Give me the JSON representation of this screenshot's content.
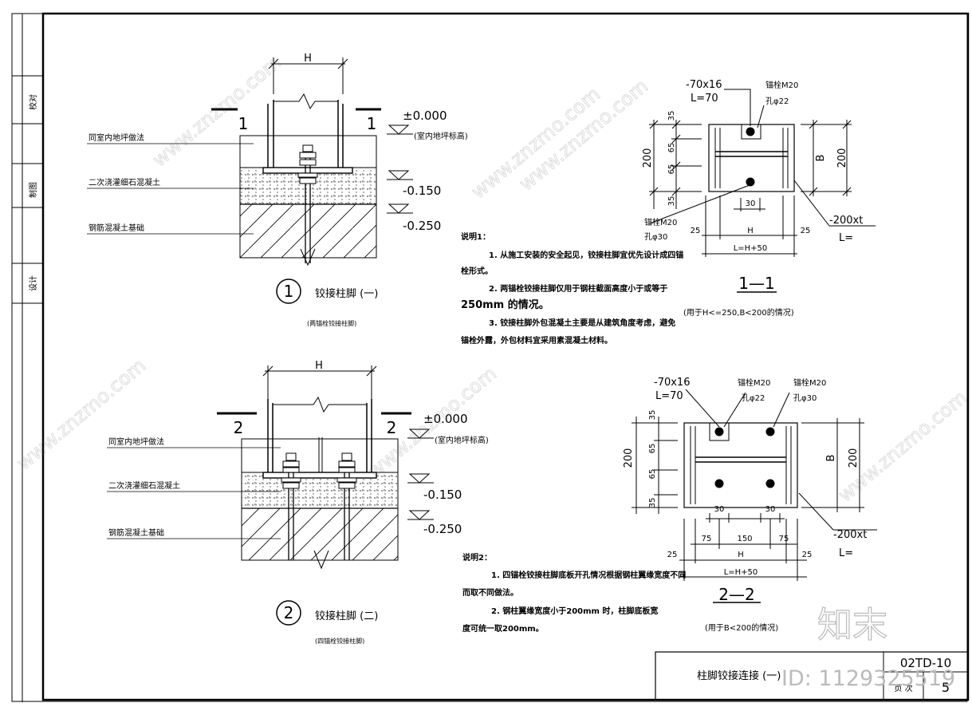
{
  "side_strip": {
    "checked_label": "校对",
    "drawn_label": "制图",
    "design_label": "设计"
  },
  "detail1": {
    "dim_width": "H",
    "section_mark": "1",
    "elevation_top": "±0.000",
    "elevation_top_note": "(室内地坪标高)",
    "elevation_mid": "-0.150",
    "elevation_low": "-0.250",
    "callout_floor": "同室内地坪做法",
    "callout_grout": "二次浇灌细石混凝土",
    "callout_foundation": "钢筋混凝土基础",
    "number": "1",
    "title": "铰接柱脚 (一)",
    "subtitle": "(两锚栓铰接柱脚)"
  },
  "detail2": {
    "dim_width": "H",
    "section_mark": "2",
    "elevation_top": "±0.000",
    "elevation_top_note": "(室内地坪标高)",
    "elevation_mid": "-0.150",
    "elevation_low": "-0.250",
    "callout_floor": "同室内地坪做法",
    "callout_grout": "二次浇灌细石混凝土",
    "callout_foundation": "钢筋混凝土基础",
    "number": "2",
    "title": "铰接柱脚 (二)",
    "subtitle": "(四锚栓铰接柱脚)"
  },
  "section1": {
    "plate_label": "-70x16",
    "plate_length": "L=70",
    "bolt_top": "锚栓M20",
    "hole_top": "孔φ22",
    "bolt_bottom": "锚栓M20",
    "hole_bottom": "孔φ30",
    "base_plate": "-200xt",
    "base_length": "L=",
    "dim_35a": "35",
    "dim_65a": "65",
    "dim_65b": "65",
    "dim_35b": "35",
    "dim_200_left": "200",
    "dim_B": "B",
    "dim_200_right": "200",
    "dim_30": "30",
    "dim_25_left": "25",
    "dim_H": "H",
    "dim_25_right": "25",
    "dim_total": "L=H+50",
    "title": "1—1",
    "subtitle": "(用于H<=250,B<200的情况)"
  },
  "section2": {
    "plate_label": "-70x16",
    "plate_length": "L=70",
    "bolt_top": "锚栓M20",
    "hole_top": "孔φ22",
    "bolt_right": "锚栓M20",
    "hole_right": "孔φ30",
    "base_plate": "-200xt",
    "base_length": "L=",
    "dim_35a": "35",
    "dim_65a": "65",
    "dim_65b": "65",
    "dim_35b": "35",
    "dim_200_left": "200",
    "dim_B": "B",
    "dim_200_right": "200",
    "dim_30a": "30",
    "dim_30b": "30",
    "dim_75a": "75",
    "dim_150": "150",
    "dim_75b": "75",
    "dim_25_left": "25",
    "dim_H": "H",
    "dim_25_right": "25",
    "dim_total": "L=H+50",
    "title": "2—2",
    "subtitle": "(用于B<200的情况)"
  },
  "notes1": {
    "heading": "说明1：",
    "lines": [
      "1. 从施工安装的安全起见，铰接柱脚宜优先设计成四锚",
      "栓形式。",
      "2. 两锚栓铰接柱脚仅用于钢柱截面高度小于或等于",
      "250mm 的情况。",
      "3. 铰接柱脚外包混凝土主要是从建筑角度考虑，避免",
      "锚栓外露，外包材料宜采用素混凝土材料。"
    ]
  },
  "notes2": {
    "heading": "说明2：",
    "lines": [
      "1. 四锚栓铰接柱脚底板开孔情况根据钢柱翼缘宽度不同",
      "而取不同做法。",
      "2. 钢柱翼缘宽度小于200mm 时，柱脚底板宽",
      "度可统一取200mm。"
    ]
  },
  "title_block": {
    "drawing_title": "柱脚铰接连接 (一)",
    "atlas_no": "02TD-10",
    "page_label": "页 次",
    "page_no": "5"
  },
  "watermark": {
    "site": "www.znzmo.com",
    "brand": "知末",
    "id_text": "ID: 1129325519"
  }
}
